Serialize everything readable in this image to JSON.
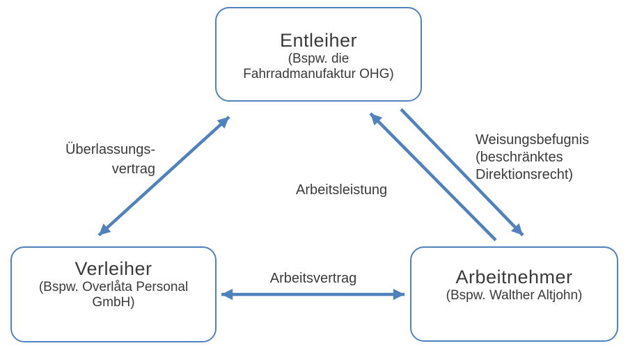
{
  "diagram": {
    "background": "#ffffff",
    "accent_color": "#4f81bd",
    "text_color": "#3a3a3a",
    "nodes": {
      "entleiher": {
        "title": "Entleiher",
        "subtitle": "(Bspw. die\nFahrradmanufaktur OHG)"
      },
      "verleiher": {
        "title": "Verleiher",
        "subtitle": "(Bspw. Overlåta Personal\nGmbH)"
      },
      "arbeitnehmer": {
        "title": "Arbeitnehmer",
        "subtitle": "(Bspw. Walther Altjohn)"
      }
    },
    "edges": {
      "ueberlassungsvertrag": {
        "label": "Überlassungs-\nvertrag",
        "from": "verleiher",
        "to": "entleiher",
        "direction": "bidirectional"
      },
      "arbeitsleistung": {
        "label": "Arbeitsleistung",
        "from": "arbeitnehmer",
        "to": "entleiher",
        "direction": "one-way"
      },
      "weisungsbefugnis": {
        "label": "Weisungsbefugnis\n(beschränktes\nDirektionsrecht)",
        "from": "entleiher",
        "to": "arbeitnehmer",
        "direction": "one-way"
      },
      "arbeitsvertrag": {
        "label": "Arbeitsvertrag",
        "from": "verleiher",
        "to": "arbeitnehmer",
        "direction": "bidirectional"
      }
    }
  }
}
